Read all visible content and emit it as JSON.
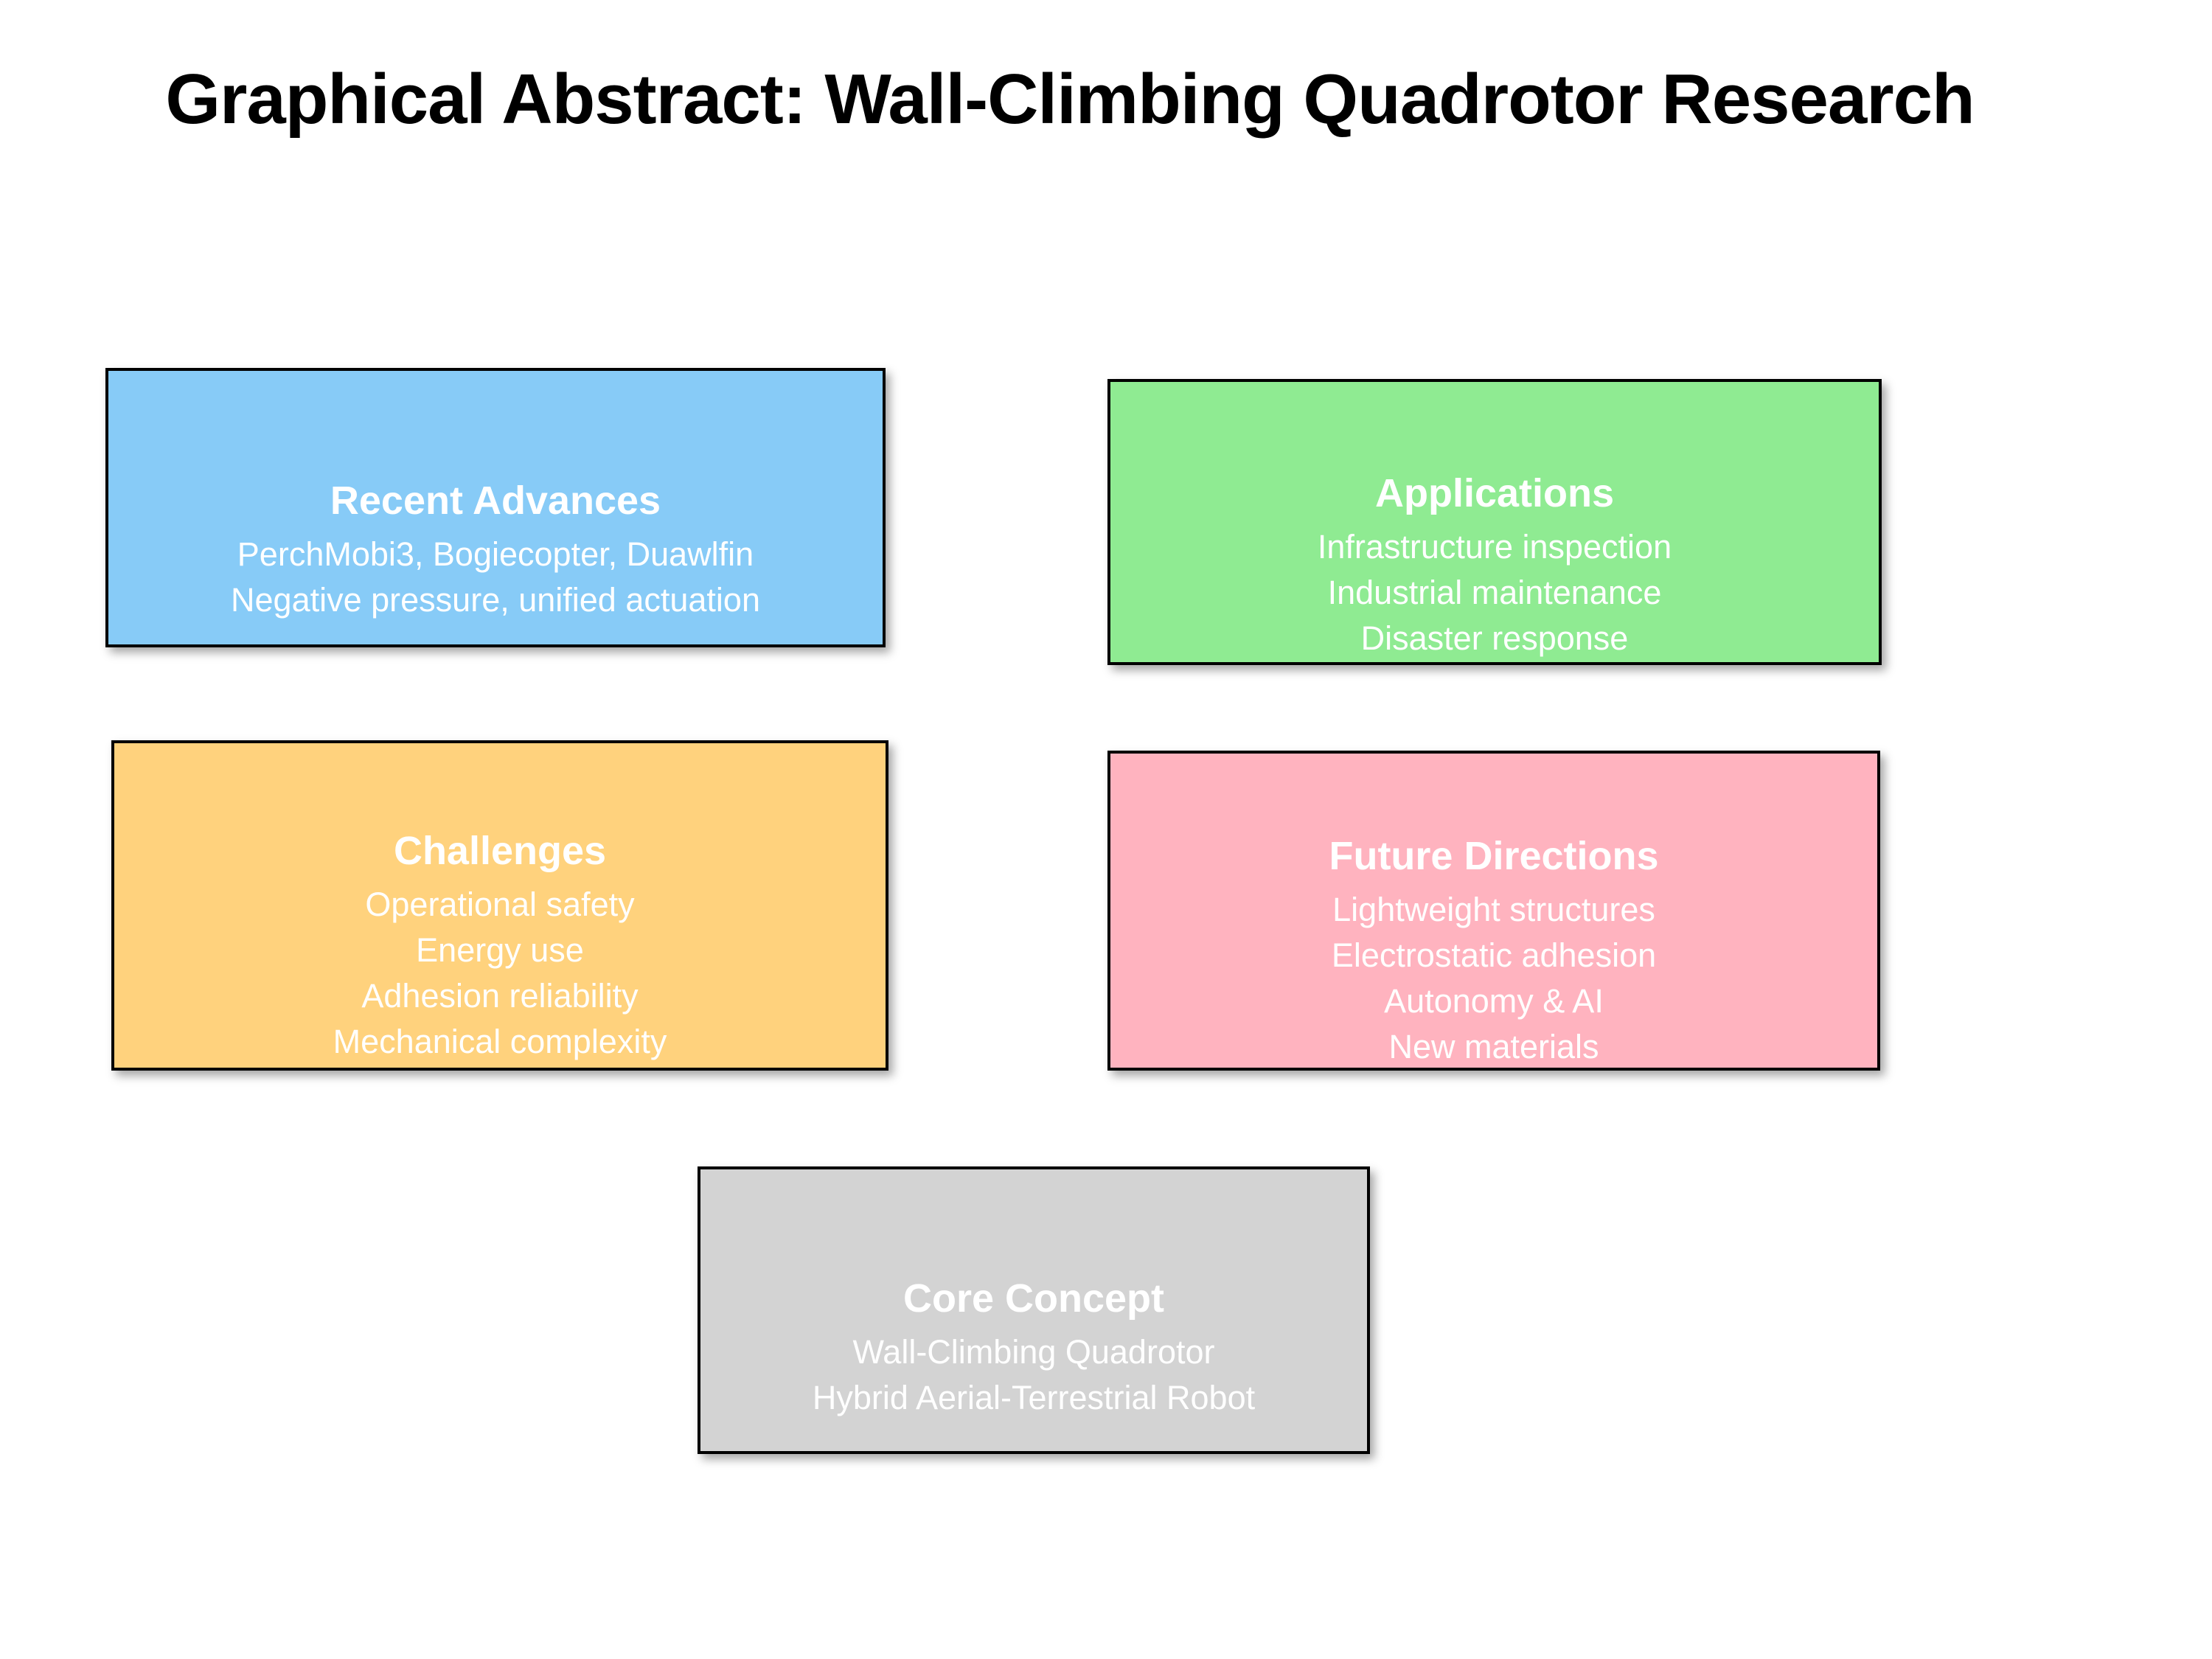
{
  "title": "Graphical Abstract: Wall-Climbing Quadrotor Research",
  "colors": {
    "recent_advances": "#87CBF7",
    "applications": "#8FEB92",
    "challenges": "#FFD27D",
    "future_directions": "#FFB3BF",
    "core_concept": "#D3D3D3",
    "border": "#000000",
    "title_text": "#000000",
    "box_text": "#ffffff"
  },
  "boxes": [
    {
      "id": "recent-advances",
      "title": "Recent Advances",
      "lines": [
        "PerchMobi3, Bogiecopter, Duawlfin",
        "Negative pressure, unified actuation"
      ],
      "color": "#87CBF7"
    },
    {
      "id": "applications",
      "title": "Applications",
      "lines": [
        "Infrastructure inspection",
        "Industrial maintenance",
        "Disaster response"
      ],
      "color": "#8FEB92"
    },
    {
      "id": "challenges",
      "title": "Challenges",
      "lines": [
        "Operational safety",
        "Energy use",
        "Adhesion reliability",
        "Mechanical complexity"
      ],
      "color": "#FFD27D"
    },
    {
      "id": "future-directions",
      "title": "Future Directions",
      "lines": [
        "Lightweight structures",
        "Electrostatic adhesion",
        "Autonomy & AI",
        "New materials"
      ],
      "color": "#FFB3BF"
    },
    {
      "id": "core-concept",
      "title": "Core Concept",
      "lines": [
        "Wall-Climbing Quadrotor",
        "Hybrid Aerial-Terrestrial Robot"
      ],
      "color": "#D3D3D3"
    }
  ]
}
